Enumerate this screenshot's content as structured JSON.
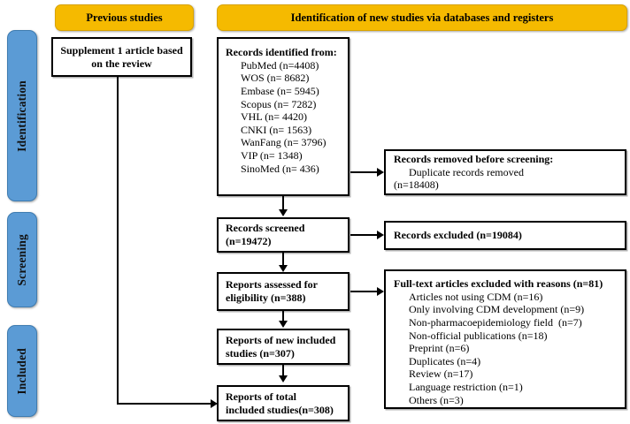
{
  "diagram": {
    "title": "PRISMA flow diagram",
    "colors": {
      "phase_fill": "#5B9BD5",
      "banner_fill": "#F5BA00",
      "box_border": "#000000"
    }
  },
  "phases": [
    {
      "id": "identification",
      "label": "Identification"
    },
    {
      "id": "screening",
      "label": "Screening"
    },
    {
      "id": "included",
      "label": "Included"
    }
  ],
  "banners": [
    {
      "id": "previous-studies",
      "label": "Previous studies"
    },
    {
      "id": "new-studies",
      "label": "Identification of new studies via databases and registers"
    }
  ],
  "boxes": {
    "supplement": {
      "line1": "Supplement 1 article based",
      "line2": "on the review"
    },
    "records_identified": {
      "header": "Records identified from:",
      "sources": [
        "PubMed (n=4408)",
        "WOS (n= 8682)",
        "Embase (n= 5945)",
        "Scopus (n= 7282)",
        "VHL (n= 4420)",
        "CNKI (n= 1563)",
        "WanFang (n= 3796)",
        "VIP (n= 1348)",
        "SinoMed (n= 436)"
      ]
    },
    "records_removed": {
      "header": "Records removed before screening:",
      "line1": "Duplicate records removed",
      "line2": "(n=18408)"
    },
    "records_screened": {
      "line1": "Records screened",
      "line2": "(n=19472)"
    },
    "records_excluded": {
      "line1": "Records excluded (n=19084)"
    },
    "reports_assessed": {
      "line1": "Reports assessed for",
      "line2": "eligibility (n=388)"
    },
    "fulltext_excluded": {
      "header": "Full-text articles excluded with reasons (n=81)",
      "reasons": [
        "Articles not using CDM (n=16)",
        "Only involving CDM development (n=9)",
        "Non-pharmacoepidemiology field  (n=7)",
        "Non-official publications (n=18)",
        "Preprint (n=6)",
        "Duplicates (n=4)",
        "Review (n=17)",
        "Language restriction (n=1)",
        "Others (n=3)"
      ]
    },
    "reports_new_included": {
      "line1": "Reports of new included",
      "line2": "studies (n=307)"
    },
    "reports_total_included": {
      "line1": "Reports of total",
      "line2": "included studies(n=308)"
    }
  }
}
